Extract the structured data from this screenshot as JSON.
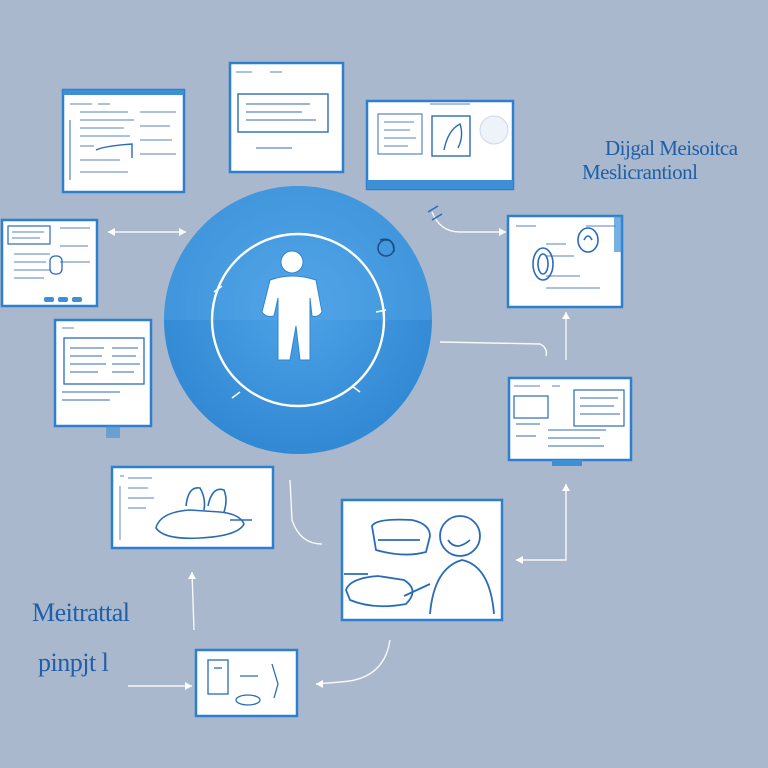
{
  "labels": {
    "top_right_line1": "Dijgal Meisoitca",
    "top_right_line2": "Meslicrantionl",
    "bottom_left_line1": "Meitrattal",
    "bottom_left_line2": "pinpjt l"
  },
  "colors": {
    "background": "#a9b8cc",
    "accent": "#3d8fd6",
    "accent_dark": "#1f6fc0",
    "line": "#2a6bb8",
    "panel": "#ffffff"
  },
  "icons": [
    "person-icon",
    "gear-icon",
    "hand-icon",
    "ear-icon",
    "doctor-icon"
  ]
}
